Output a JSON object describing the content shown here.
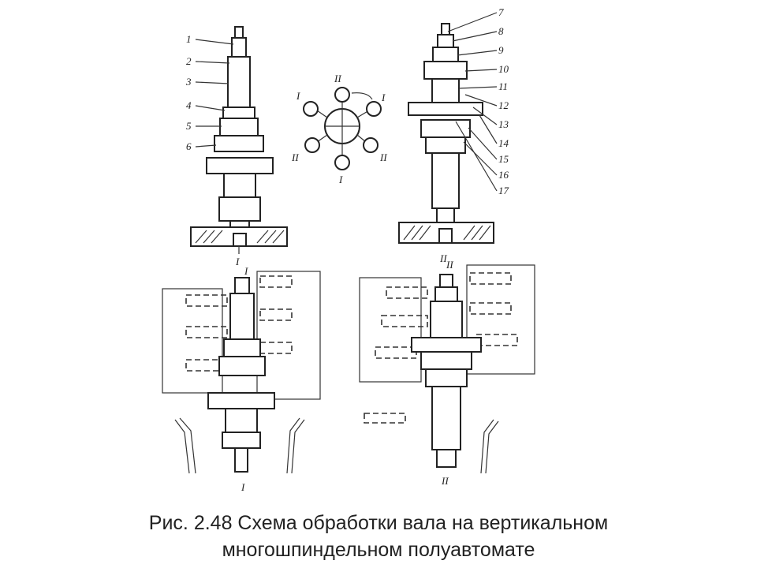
{
  "caption": {
    "line1": "Рис. 2.48 Схема обработки вала на вертикальном",
    "line2": "многошпиндельном полуавтомате"
  },
  "diagram": {
    "callouts_left": [
      "1",
      "2",
      "3",
      "4",
      "5",
      "6"
    ],
    "callouts_right": [
      "7",
      "8",
      "9",
      "10",
      "11",
      "12",
      "13",
      "14",
      "15",
      "16",
      "17"
    ],
    "position_labels": {
      "top_left": "I",
      "top_right": "II",
      "bottom_left_top": "I",
      "bottom_left_bottom": "I",
      "bottom_right_top": "II",
      "bottom_right_bottom": "II"
    },
    "indexing_scheme": [
      "II",
      "I",
      "II",
      "I",
      "II",
      "I"
    ]
  }
}
